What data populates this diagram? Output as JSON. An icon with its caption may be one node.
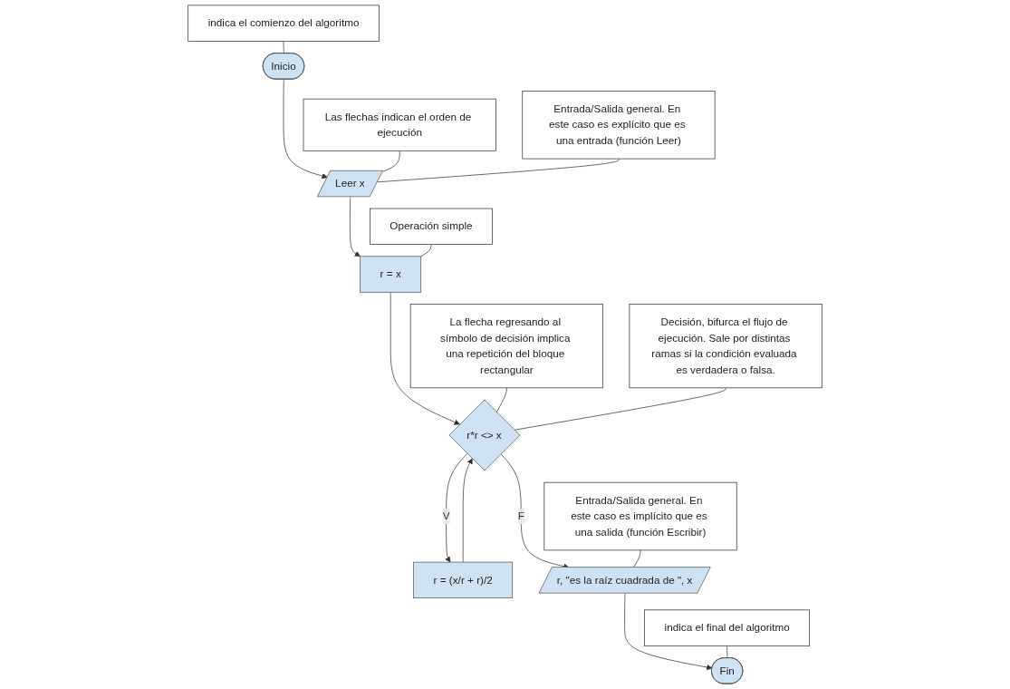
{
  "diagram": {
    "nodes": [
      {
        "text": [
          "Inicio"
        ]
      },
      {
        "text": [
          "Leer x"
        ]
      },
      {
        "text": [
          "r = x"
        ]
      },
      {
        "text": [
          "r*r <> x"
        ]
      },
      {
        "text": [
          "r = (x/r + r)/2"
        ]
      },
      {
        "text": [
          "r,  \"es la raíz cuadrada de \",  x"
        ]
      },
      {
        "text": [
          "Fin"
        ]
      },
      {
        "text": [
          "indica el comienzo del algoritmo"
        ]
      },
      {
        "text": [
          "Las flechas indican el orden de ejecución"
        ]
      },
      {
        "text": [
          "Entrada/Salida general. En este caso es explícito que es una entrada (función Leer)"
        ]
      },
      {
        "text": [
          "Operación simple"
        ]
      },
      {
        "text": [
          "La flecha regresando al símbolo de decisión implica una repetición del bloque rectangular"
        ]
      },
      {
        "text": [
          "Decisión, bifurca el flujo de ejecución. Sale por distintas ramas si la condición evaluada es verdadera o falsa."
        ]
      },
      {
        "text": [
          "Entrada/Salida general. En este caso es implícito que es una salida (función Escribir)"
        ]
      },
      {
        "text": [
          "indica el final del algoritmo"
        ]
      }
    ],
    "edges": [
      {
        "from": 0,
        "to": 1,
        "arrow": "to"
      },
      {
        "from": 1,
        "to": 2,
        "arrow": "to"
      },
      {
        "from": 2,
        "to": 3,
        "arrow": "to"
      },
      {
        "from": 3,
        "to": 4,
        "label": "V",
        "arrow": "to"
      },
      {
        "from": 4,
        "to": 3,
        "arrow": "to"
      },
      {
        "from": 3,
        "to": 5,
        "label": "F",
        "arrow": "to"
      },
      {
        "from": 5,
        "to": 6,
        "arrow": "to"
      },
      {
        "from": 7,
        "to": 0,
        "arrow": "none"
      },
      {
        "from": 8,
        "to": 1,
        "arrow": "none"
      },
      {
        "from": 9,
        "to": 1,
        "arrow": "none"
      },
      {
        "from": 10,
        "to": 2,
        "arrow": "none"
      },
      {
        "from": 11,
        "to": 3,
        "arrow": "none"
      },
      {
        "from": 12,
        "to": 3,
        "arrow": "none"
      },
      {
        "from": 13,
        "to": 5,
        "arrow": "none"
      },
      {
        "from": 14,
        "to": 6,
        "arrow": "none"
      }
    ]
  }
}
